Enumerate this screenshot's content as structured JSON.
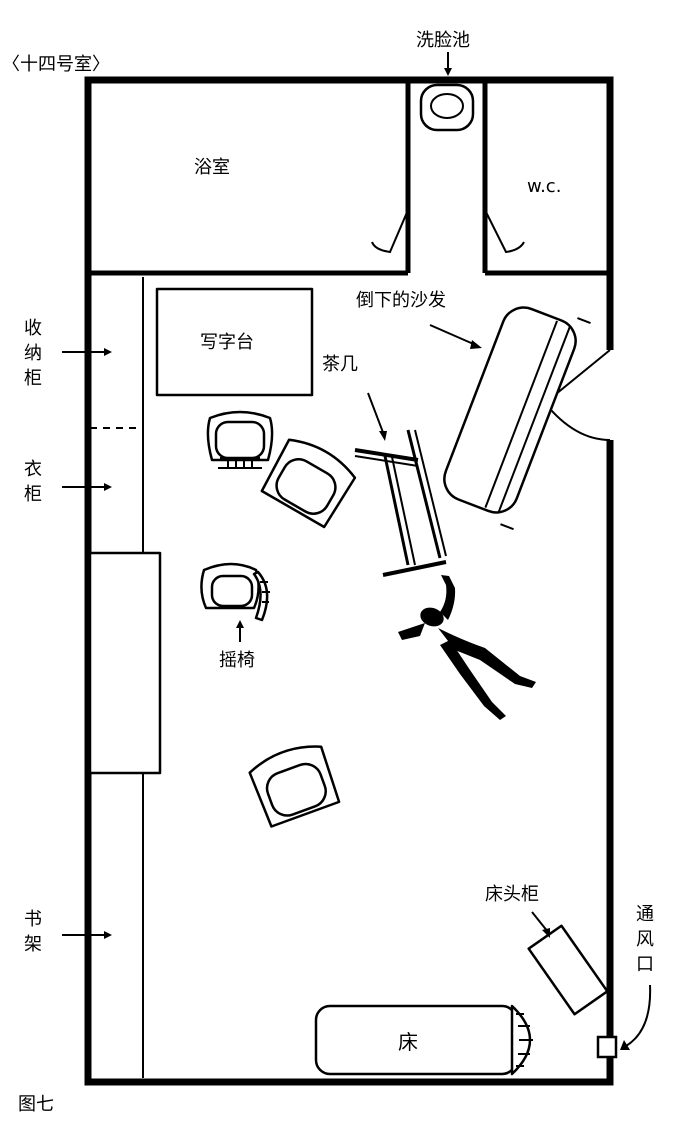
{
  "figure": {
    "title": "〈十四号室〉",
    "caption": "图七"
  },
  "rooms": {
    "bathroom": "浴室",
    "wc": "w.c.",
    "washbasin": "洗脸池"
  },
  "furniture": {
    "desk": "写字台",
    "coffee_table": "茶几",
    "fallen_sofa": "倒下的沙发",
    "rocking_chair": "摇椅",
    "nightstand": "床头柜",
    "bed": "床"
  },
  "left_labels": {
    "storage_cabinet": [
      "收",
      "纳",
      "柜"
    ],
    "wardrobe": [
      "衣",
      "柜"
    ],
    "bookshelf": [
      "书",
      "架"
    ]
  },
  "right_labels": {
    "vent": [
      "通",
      "风",
      "口"
    ]
  }
}
